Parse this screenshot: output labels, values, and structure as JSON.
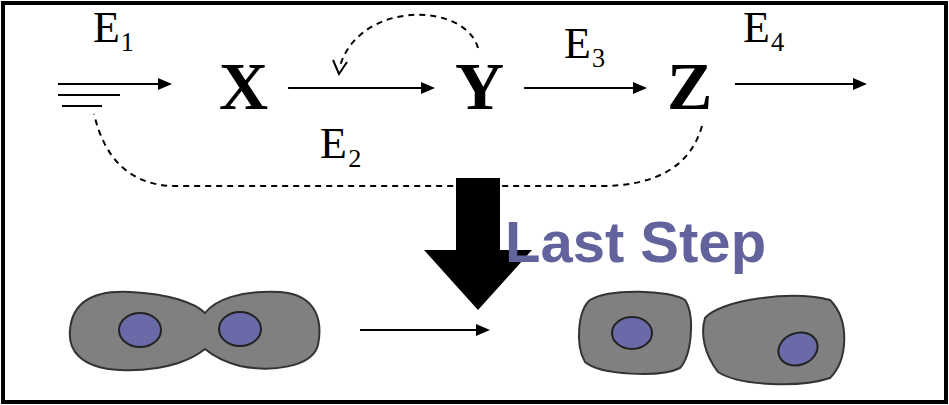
{
  "diagram": {
    "nodes": [
      {
        "text": [
          "X"
        ]
      },
      {
        "text": [
          "Y"
        ]
      },
      {
        "text": [
          "Z"
        ]
      }
    ],
    "edges": [
      {
        "from": 0,
        "to": 1,
        "arrow": "to",
        "label": "E₂"
      },
      {
        "from": 1,
        "to": 2,
        "arrow": "to",
        "label": "E₃"
      }
    ],
    "labels": [
      "E₁",
      "E₄",
      "Last Step"
    ]
  }
}
